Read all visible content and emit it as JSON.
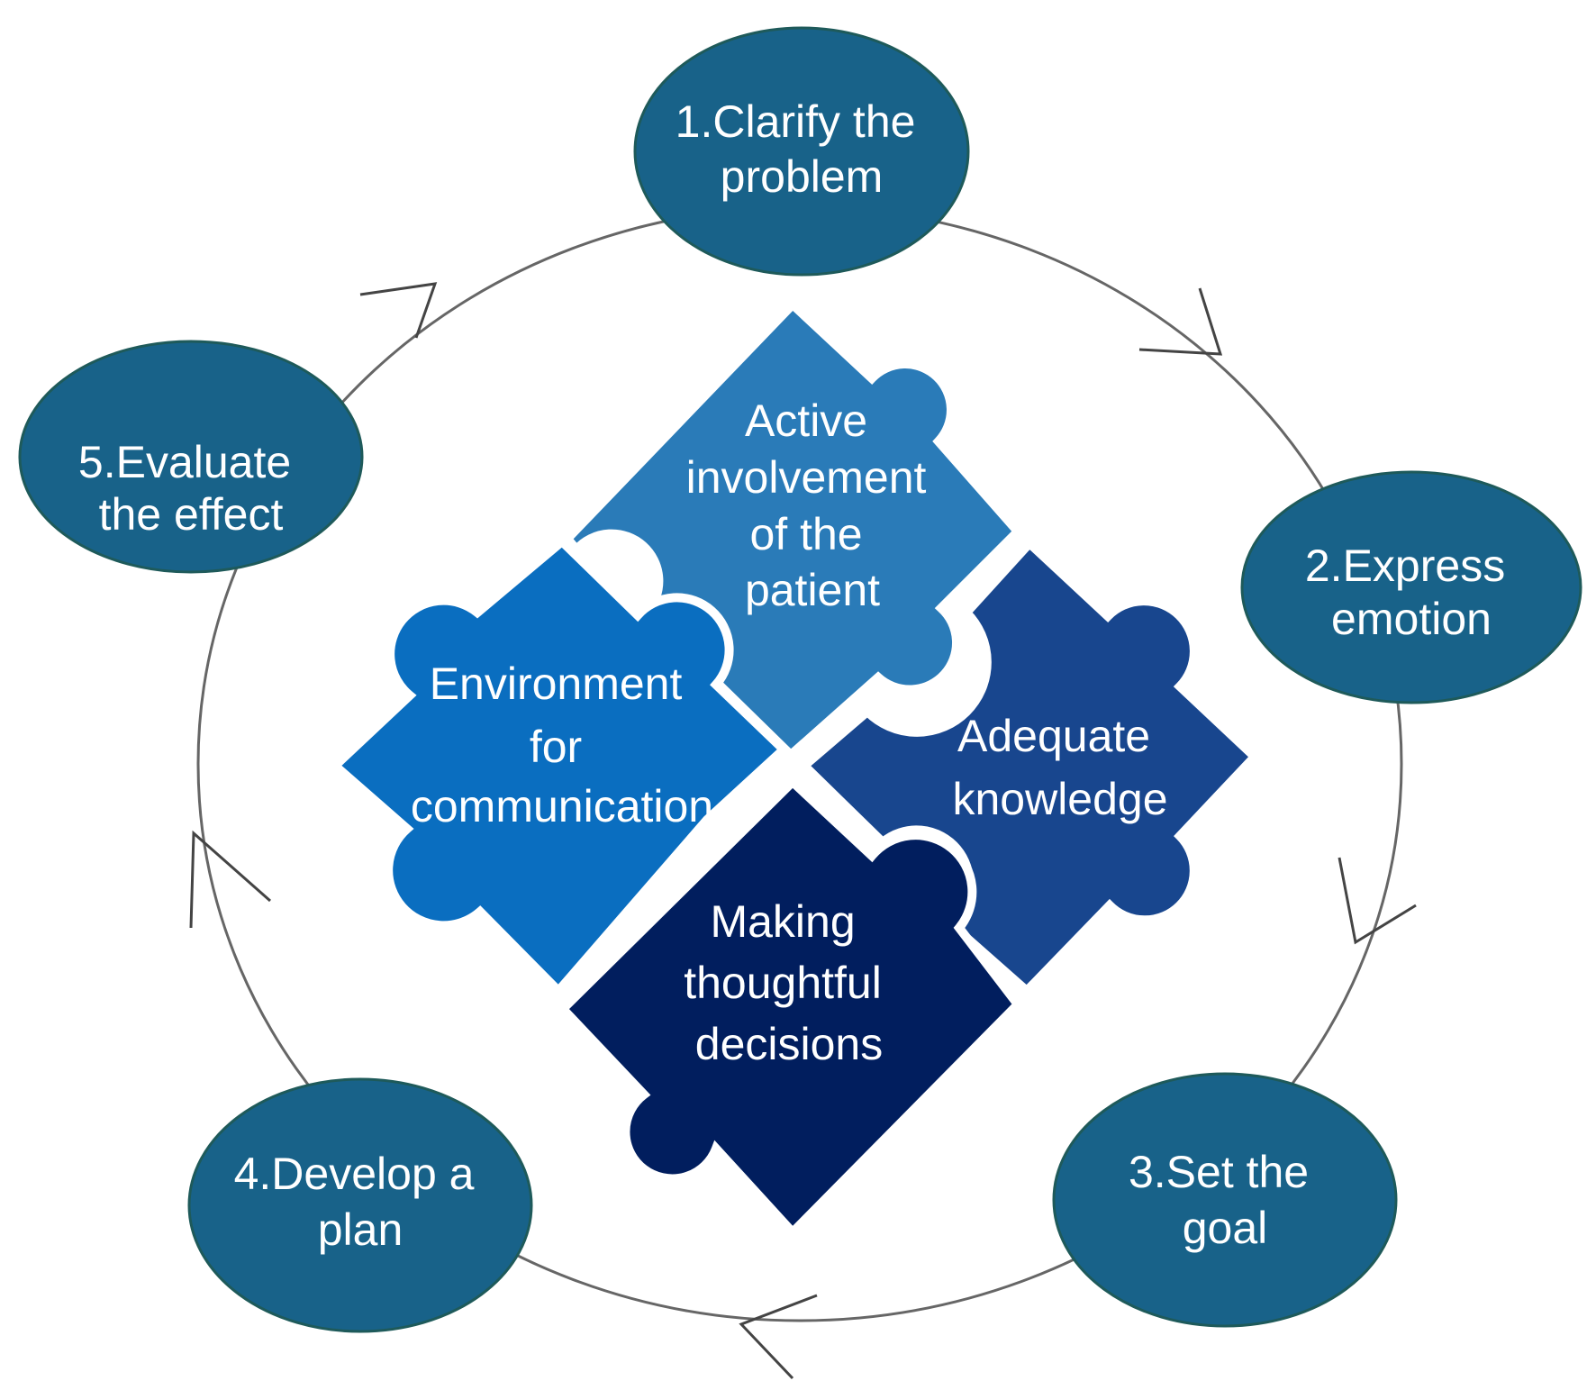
{
  "title": "Shared decision-making cycle",
  "colors": {
    "step_node": "#186289",
    "step_node_border": "#1e5a5a",
    "cycle_line": "#666666",
    "piece_active": "#2a7bb8",
    "piece_environment": "#0a6ec0",
    "piece_knowledge": "#18468e",
    "piece_decisions": "#011e5e",
    "text": "#ffffff"
  },
  "cycle_steps": [
    {
      "id": "step-1",
      "lines": [
        "1.Clarify the",
        "problem"
      ]
    },
    {
      "id": "step-2",
      "lines": [
        "2.Express",
        "emotion"
      ]
    },
    {
      "id": "step-3",
      "lines": [
        "3.Set the",
        "goal"
      ]
    },
    {
      "id": "step-4",
      "lines": [
        "4.Develop a",
        "plan"
      ]
    },
    {
      "id": "step-5",
      "lines": [
        "5.Evaluate",
        "the effect"
      ]
    }
  ],
  "cycle_direction": "clockwise",
  "puzzle_pieces": [
    {
      "id": "active-involvement",
      "lines": [
        "Active",
        "involvement",
        "of the",
        "patient"
      ]
    },
    {
      "id": "environment",
      "lines": [
        "Environment",
        "for",
        "communication"
      ]
    },
    {
      "id": "adequate-knowledge",
      "lines": [
        "Adequate",
        "knowledge"
      ]
    },
    {
      "id": "thoughtful-decisions",
      "lines": [
        "Making",
        "thoughtful",
        "decisions"
      ]
    }
  ]
}
